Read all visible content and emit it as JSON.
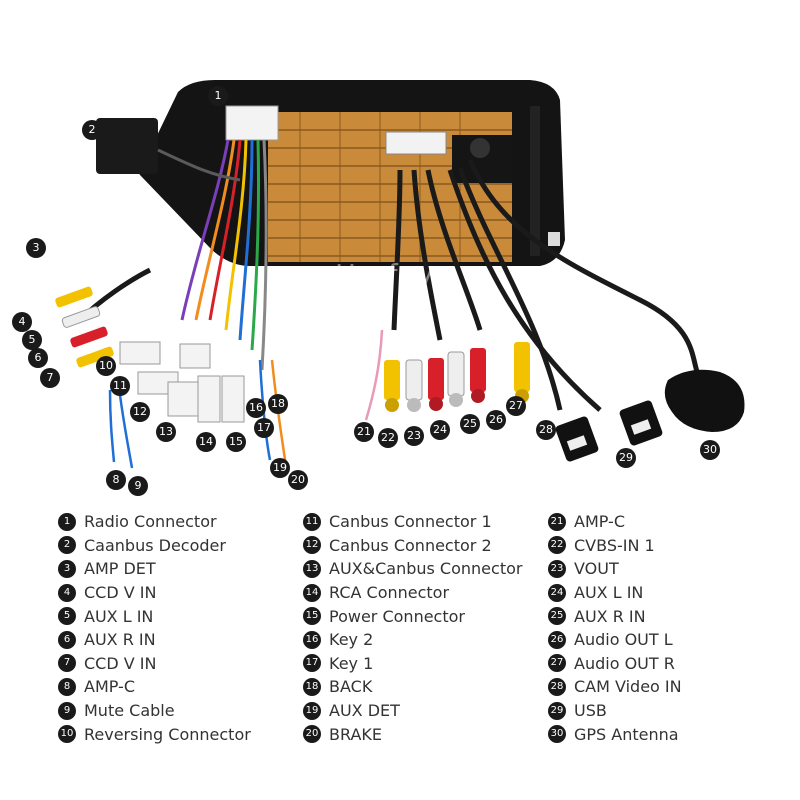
{
  "brand": {
    "watermark": "Harfey"
  },
  "legend": {
    "columns": [
      [
        {
          "num": "1",
          "label": "Radio Connector"
        },
        {
          "num": "2",
          "label": "Caanbus Decoder"
        },
        {
          "num": "3",
          "label": "AMP DET"
        },
        {
          "num": "4",
          "label": "CCD V IN"
        },
        {
          "num": "5",
          "label": "AUX L IN"
        },
        {
          "num": "6",
          "label": "AUX R IN"
        },
        {
          "num": "7",
          "label": "CCD V IN"
        },
        {
          "num": "8",
          "label": "AMP-C"
        },
        {
          "num": "9",
          "label": "Mute Cable"
        },
        {
          "num": "10",
          "label": "Reversing Connector"
        }
      ],
      [
        {
          "num": "11",
          "label": "Canbus Connector 1"
        },
        {
          "num": "12",
          "label": "Canbus Connector 2"
        },
        {
          "num": "13",
          "label": "AUX&Canbus Connector"
        },
        {
          "num": "14",
          "label": "RCA Connector"
        },
        {
          "num": "15",
          "label": "Power Connector"
        },
        {
          "num": "16",
          "label": "Key 2"
        },
        {
          "num": "17",
          "label": "Key 1"
        },
        {
          "num": "18",
          "label": "BACK"
        },
        {
          "num": "19",
          "label": "AUX DET"
        },
        {
          "num": "20",
          "label": "BRAKE"
        }
      ],
      [
        {
          "num": "21",
          "label": "AMP-C"
        },
        {
          "num": "22",
          "label": "CVBS-IN 1"
        },
        {
          "num": "23",
          "label": "VOUT"
        },
        {
          "num": "24",
          "label": "AUX L IN"
        },
        {
          "num": "25",
          "label": "AUX R IN"
        },
        {
          "num": "26",
          "label": "Audio OUT L"
        },
        {
          "num": "27",
          "label": "Audio OUT R"
        },
        {
          "num": "28",
          "label": "CAM Video IN"
        },
        {
          "num": "29",
          "label": "USB"
        },
        {
          "num": "30",
          "label": "GPS Antenna"
        }
      ]
    ]
  },
  "callouts": [
    "1",
    "2",
    "3",
    "4",
    "5",
    "6",
    "7",
    "8",
    "9",
    "10",
    "11",
    "12",
    "13",
    "14",
    "15",
    "16",
    "17",
    "18",
    "19",
    "20",
    "21",
    "22",
    "23",
    "24",
    "25",
    "26",
    "27",
    "28",
    "29",
    "30"
  ],
  "colors": {
    "housing": "#141414",
    "board": "#c98a3a",
    "cable": "#1a1a1a",
    "rca_yellow": "#f2c200",
    "rca_red": "#d8202a",
    "rca_white": "#eeeeee",
    "connector": "#f3f3f3"
  }
}
